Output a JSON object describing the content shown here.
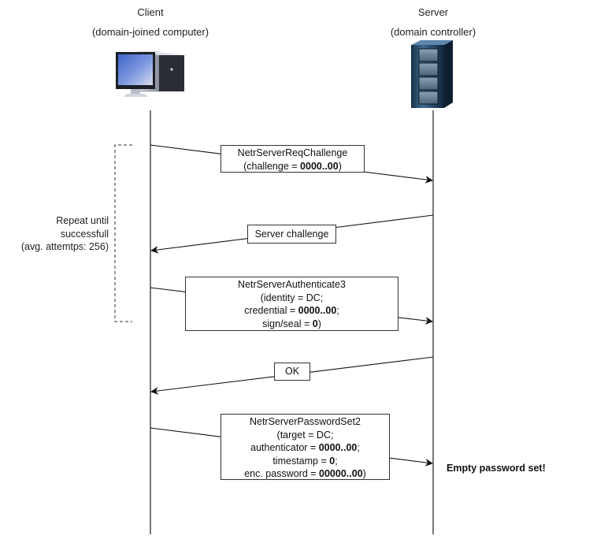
{
  "actors": [
    {
      "id": "client",
      "title": "Client",
      "subtitle": "(domain-joined computer)",
      "icon": "desktop-computer-icon"
    },
    {
      "id": "server",
      "title": "Server",
      "subtitle": "(domain controller)",
      "icon": "server-rack-icon"
    }
  ],
  "loop": {
    "label_lines": [
      "Repeat until",
      "successfull",
      "(avg. attemtps: 256)"
    ]
  },
  "messages": [
    {
      "from": "client",
      "to": "server",
      "lines": [
        [
          {
            "t": "NetrServerReqChallenge"
          }
        ],
        [
          {
            "t": "(challenge = "
          },
          {
            "t": "0000..00",
            "b": true
          },
          {
            "t": ")"
          }
        ]
      ]
    },
    {
      "from": "server",
      "to": "client",
      "lines": [
        [
          {
            "t": "Server challenge"
          }
        ]
      ]
    },
    {
      "from": "client",
      "to": "server",
      "lines": [
        [
          {
            "t": "NetrServerAuthenticate3"
          }
        ],
        [
          {
            "t": "(identity = DC;"
          }
        ],
        [
          {
            "t": "credential = "
          },
          {
            "t": "0000..00",
            "b": true
          },
          {
            "t": ";"
          }
        ],
        [
          {
            "t": "sign/seal = "
          },
          {
            "t": "0",
            "b": true
          },
          {
            "t": ")"
          }
        ]
      ]
    },
    {
      "from": "server",
      "to": "client",
      "lines": [
        [
          {
            "t": "OK"
          }
        ]
      ]
    },
    {
      "from": "client",
      "to": "server",
      "lines": [
        [
          {
            "t": "NetrServerPasswordSet2"
          }
        ],
        [
          {
            "t": "(target = DC;"
          }
        ],
        [
          {
            "t": "authenticator = "
          },
          {
            "t": "0000..00",
            "b": true
          },
          {
            "t": ";"
          }
        ],
        [
          {
            "t": "timestamp = "
          },
          {
            "t": "0",
            "b": true
          },
          {
            "t": ";"
          }
        ],
        [
          {
            "t": "enc. password = "
          },
          {
            "t": "00000..00",
            "b": true
          },
          {
            "t": ")"
          }
        ]
      ]
    }
  ],
  "result_label": "Empty password set!"
}
